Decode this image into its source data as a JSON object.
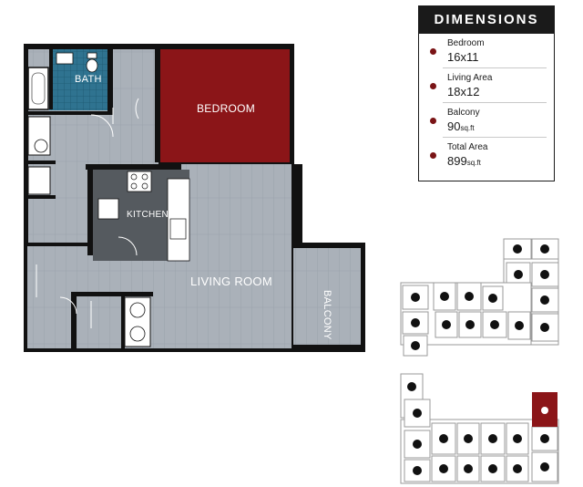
{
  "rooms": {
    "bath": "BATH",
    "bedroom": "BEDROOM",
    "kitchen": "KITCHEN",
    "living_room": "LIVING ROOM",
    "balcony": "BALCONY"
  },
  "dimensions": {
    "title": "DIMENSIONS",
    "items": [
      {
        "name": "Bedroom",
        "value": "16x11",
        "unit": ""
      },
      {
        "name": "Living Area",
        "value": "18x12",
        "unit": ""
      },
      {
        "name": "Balcony",
        "value": "90",
        "unit": "sq.ft"
      },
      {
        "name": "Total Area",
        "value": "899",
        "unit": "sq.ft"
      }
    ]
  },
  "colors": {
    "highlight": "#8b1518",
    "wall": "#111111",
    "floor": "#a9b0b8",
    "bath_tile": "#2c6f8c",
    "dot": "#7a1416"
  }
}
